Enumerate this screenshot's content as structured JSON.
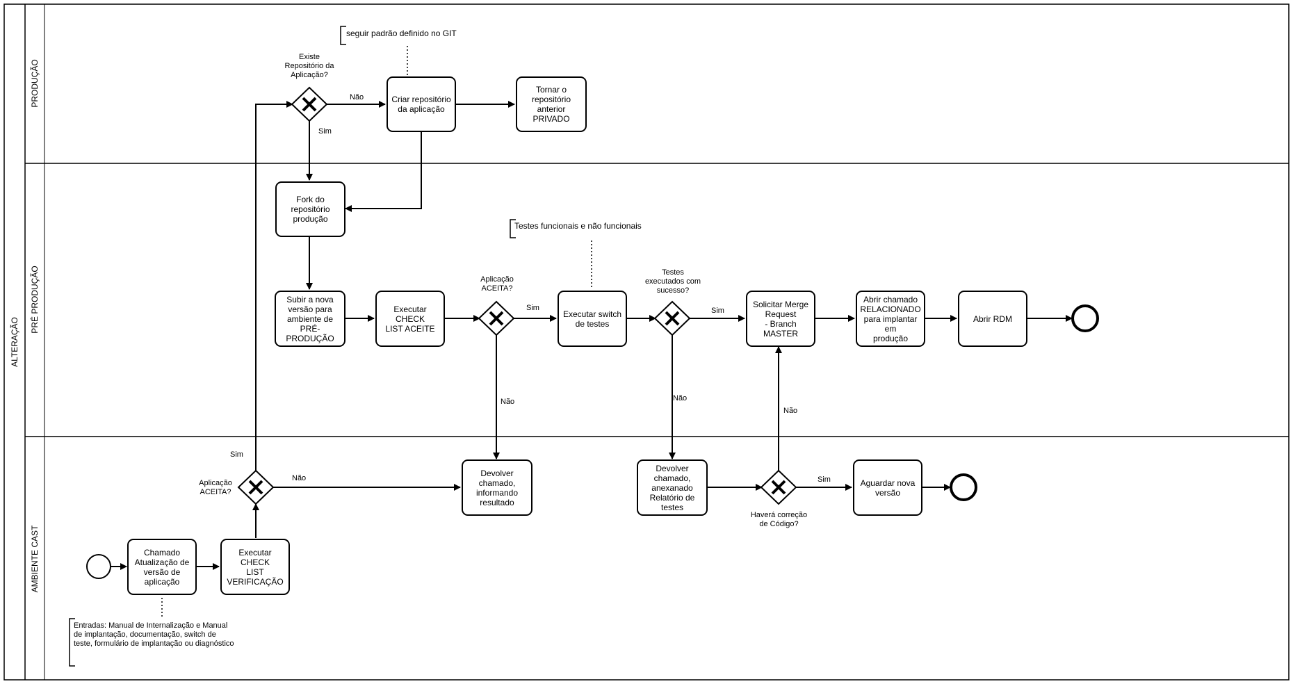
{
  "pool": {
    "label": "ALTERAÇÃO"
  },
  "lanes": {
    "producao": "PRODUÇÃO",
    "pre_producao": "PRÉ PRODUÇÃO",
    "ambiente_cast": "AMBIENTE CAST"
  },
  "tasks": {
    "criar_repo": "Criar repositório\nda aplicação",
    "tornar_privado": "Tornar o\nrepositório\nanterior PRIVADO",
    "fork": "Fork do\nrepositório\nprodução",
    "subir_versao": "Subir a nova\nversão para\nambiente de\nPRÉ-PRODUÇÃO",
    "checklist_aceite": "Executar CHECK\nLIST ACEITE",
    "switch_testes": "Executar switch\nde testes",
    "merge_request": "Solicitar Merge\nRequest\n- Branch MASTER",
    "abrir_chamado": "Abrir chamado\nRELACIONADO\npara implantar em\nprodução",
    "abrir_rdm": "Abrir RDM",
    "devolver_resultado": "Devolver\nchamado,\ninformando\nresultado",
    "devolver_relatorio": "Devolver\nchamado,\nanexanado\nRelatório de\ntestes",
    "aguardar_versao": "Aguardar nova\nversão",
    "chamado_atualizacao": "Chamado\nAtualização de\nversão de\naplicação",
    "checklist_verificacao": "Executar CHECK\nLIST\nVERIFICAÇÃO"
  },
  "gateways": {
    "existe_repo": "Existe\nRepositório da\nAplicação?",
    "aceita_pre": "Aplicação\nACEITA?",
    "testes_ok": "Testes\nexecutados com\nsucesso?",
    "correcao": "Haverá correção\nde Código?",
    "aceita_cast": "Aplicação\nACEITA?"
  },
  "flow_labels": {
    "nao_criar": "Não",
    "sim_fork": "Sim",
    "sim_switch": "Sim",
    "nao_devolver_resultado": "Não",
    "sim_merge": "Sim",
    "nao_devolver_relatorio": "Não",
    "nao_merge": "Não",
    "sim_aguardar": "Sim",
    "sim_existe": "Sim",
    "nao_cast": "Não"
  },
  "annotations": {
    "git": "seguir padrão definido no GIT",
    "testes": "Testes funcionais e não funcionais",
    "entradas": "Entradas: Manual de Internalização e Manual\nde implantação, documentação, switch de\nteste, formulário de implantação ou diagnóstico"
  },
  "colors": {
    "stroke": "#000000",
    "background": "#ffffff"
  }
}
